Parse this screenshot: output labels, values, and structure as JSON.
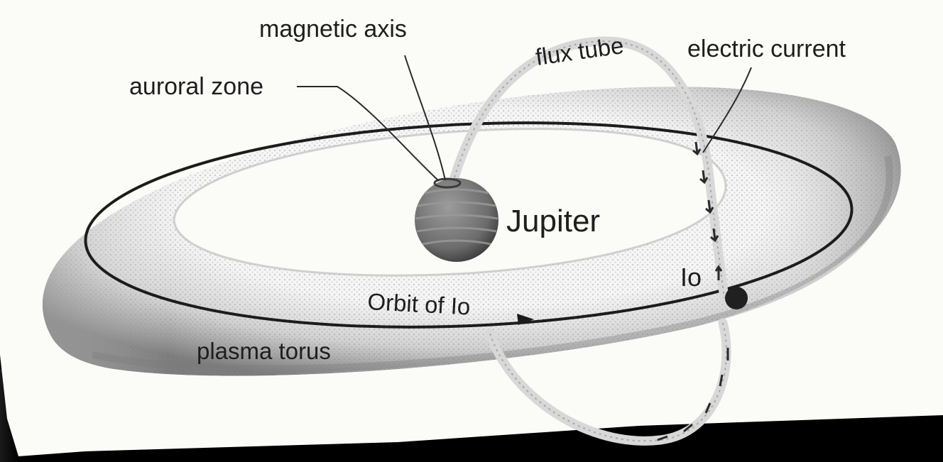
{
  "diagram": {
    "labels": {
      "magnetic_axis": "magnetic axis",
      "flux_tube": "flux tube",
      "electric_current": "electric current",
      "auroral_zone": "auroral zone",
      "jupiter": "Jupiter",
      "io": "Io",
      "orbit_of_io": "Orbit of Io",
      "plasma_torus": "plasma torus"
    },
    "colors": {
      "torus_light": "#f4f4f4",
      "torus_mid": "#bdbdbd",
      "torus_dark": "#6e6e6e",
      "planet": "#7a7a7a",
      "ink": "#1e1e1e",
      "paper": "#fbfbf8"
    }
  }
}
